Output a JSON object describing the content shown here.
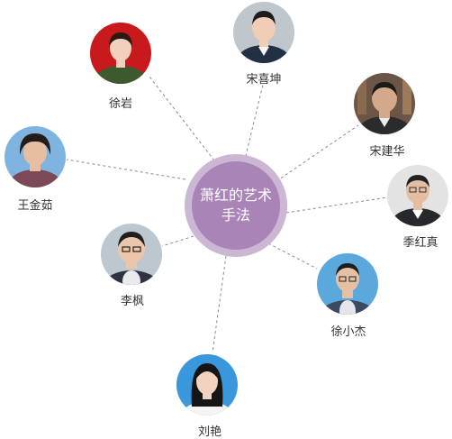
{
  "center": {
    "title": "萧红的艺术手法"
  },
  "people": [
    {
      "id": "song-xikun",
      "name": "宋喜坤",
      "bg": "#bfc6cc",
      "skin": "#f0cdb4",
      "hair": "#1c1c1c",
      "shirt": "#223044"
    },
    {
      "id": "xu-yan",
      "name": "徐岩",
      "bg": "#c8191c",
      "skin": "#f2d0bd",
      "hair": "#2a1a10",
      "shirt": "#3d5a2e"
    },
    {
      "id": "song-jianhua",
      "name": "宋建华",
      "bg": "#6c5446",
      "skin": "#d4a88a",
      "hair": "#1a1a1a",
      "shirt": "#2b2b2e"
    },
    {
      "id": "wang-jinru",
      "name": "王金茹",
      "bg": "#7fb3e0",
      "skin": "#e8bda0",
      "hair": "#231c18",
      "shirt": "#7b4a56"
    },
    {
      "id": "ji-hongzhen",
      "name": "季红真",
      "bg": "#e3e3e3",
      "skin": "#e4bea2",
      "hair": "#222222",
      "shirt": "#26282c"
    },
    {
      "id": "li-feng",
      "name": "李枫",
      "bg": "#bcc7cf",
      "skin": "#ecc6ab",
      "hair": "#1e1e1e",
      "shirt": "#e9e9ee"
    },
    {
      "id": "xu-xiaojie",
      "name": "徐小杰",
      "bg": "#5aa8dc",
      "skin": "#e6c0a2",
      "hair": "#1d1d1d",
      "shirt": "#e6e6ea"
    },
    {
      "id": "liu-yan",
      "name": "刘艳",
      "bg": "#3a97db",
      "skin": "#f2d3c0",
      "hair": "#151515",
      "shirt": "#f4f4f4"
    }
  ]
}
